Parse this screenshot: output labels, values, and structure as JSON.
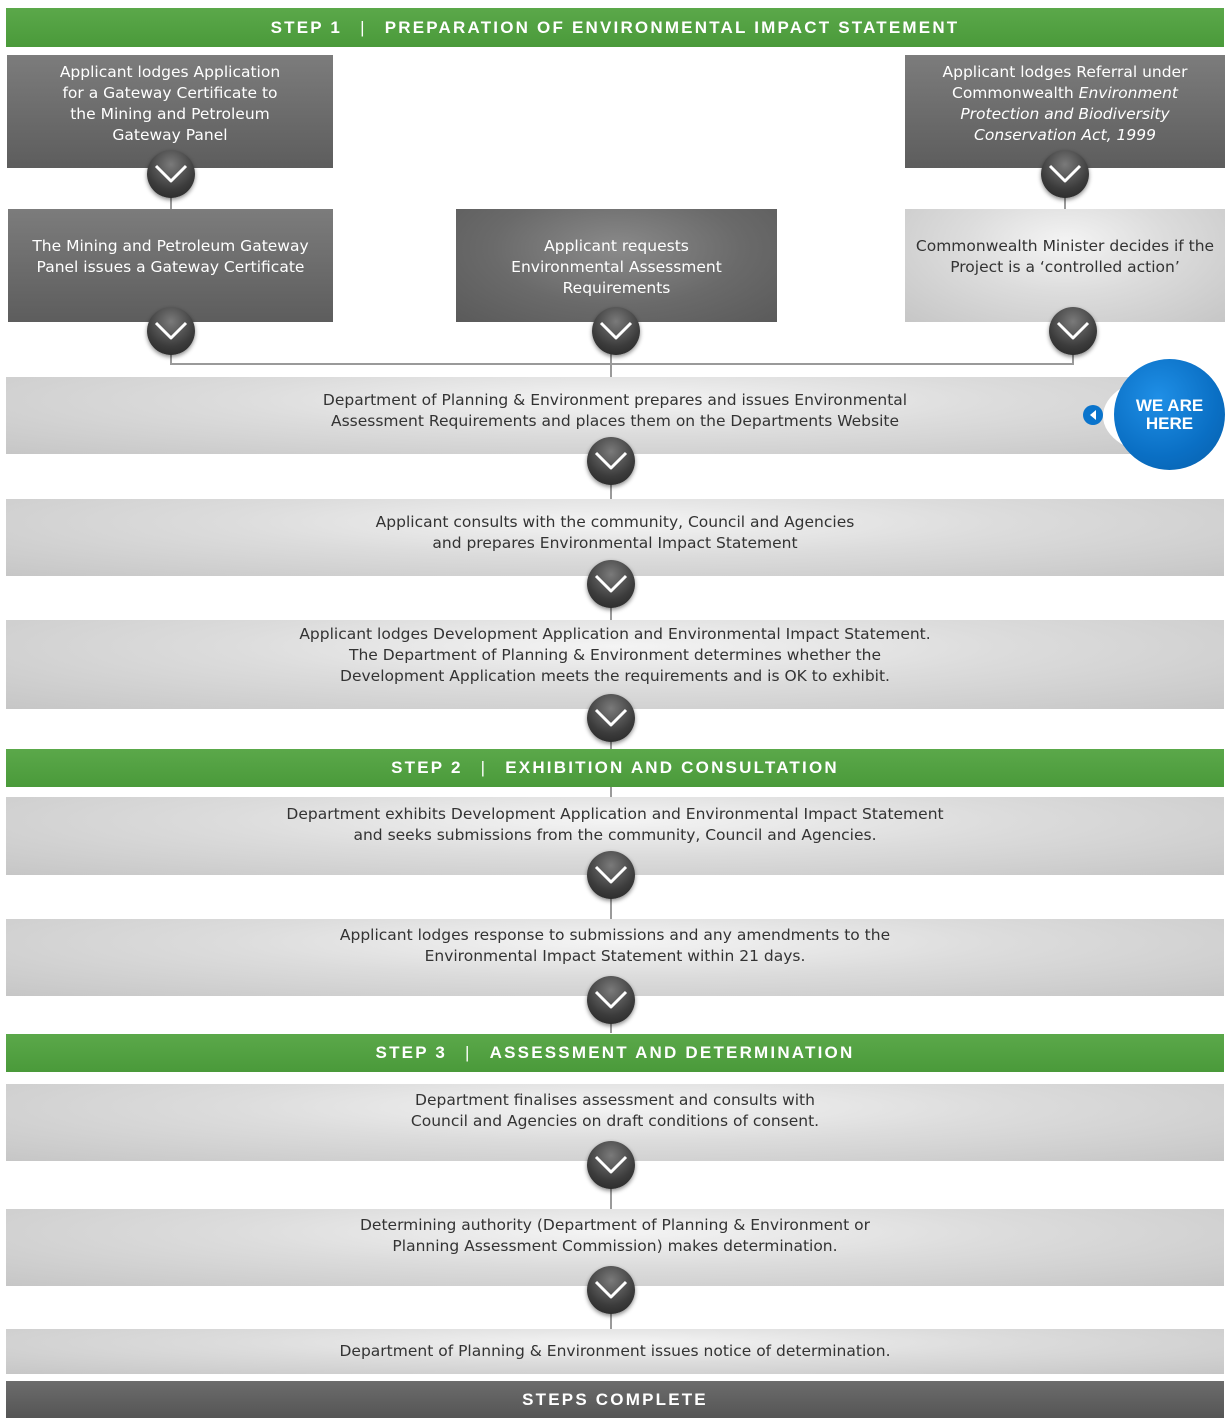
{
  "step1": {
    "label": "STEP 1",
    "separator": "|",
    "title": "PREPARATION OF ENVIRONMENTAL IMPACT STATEMENT"
  },
  "step2": {
    "label": "STEP 2",
    "separator": "|",
    "title": "EXHIBITION AND CONSULTATION"
  },
  "step3": {
    "label": "STEP 3",
    "separator": "|",
    "title": "ASSESSMENT AND DETERMINATION"
  },
  "complete": {
    "label": "STEPS COMPLETE"
  },
  "badge": {
    "line1": "WE ARE",
    "line2": "HERE"
  },
  "boxes": {
    "gateway_application": [
      "Applicant lodges Application",
      "for a Gateway Certificate to",
      "the Mining and Petroleum",
      "Gateway Panel"
    ],
    "referral": {
      "line1": "Applicant lodges Referral under",
      "line2_prefix": "Commonwealth ",
      "line2_italic": "Environment",
      "line3_italic": "Protection and Biodiversity",
      "line4_italic": "Conservation Act, 1999"
    },
    "gateway_certificate": [
      "The Mining and Petroleum Gateway",
      "Panel issues a Gateway Certificate"
    ],
    "request_ear": [
      "Applicant requests",
      "Environmental Assessment",
      "Requirements"
    ],
    "minister": [
      "Commonwealth Minister decides if the",
      "Project is a ‘controlled action’"
    ],
    "issue_ear": [
      "Department of Planning & Environment  prepares and issues Environmental",
      "Assessment Requirements and places them on the Departments Website"
    ],
    "consult": [
      "Applicant consults with the community, Council and Agencies",
      "and prepares Environmental Impact Statement"
    ],
    "lodge_da": [
      "Applicant lodges Development Application and Environmental Impact Statement.",
      "The Department of Planning & Environment determines whether the",
      "Development Application meets the requirements and is OK to exhibit."
    ],
    "exhibit": [
      "Department exhibits Development Application and Environmental Impact Statement",
      "and seeks submissions from the community, Council and Agencies."
    ],
    "response": [
      "Applicant lodges response to submissions and any amendments to the",
      "Environmental Impact Statement within 21 days."
    ],
    "finalise": [
      "Department finalises assessment and consults with",
      "Council and Agencies on draft conditions of consent."
    ],
    "determination": [
      "Determining authority (Department of Planning & Environment or",
      "Planning Assessment Commission) makes determination."
    ],
    "notice": [
      "Department of Planning &  Environment issues notice of determination."
    ]
  },
  "colors": {
    "green": "#4a9a3a",
    "dark_box": "#666666",
    "light_box": "#d8d8d8",
    "badge_blue": "#0a6fc4",
    "complete_bar": "#5f5f5f"
  },
  "icons": {
    "arrow": "chevron-down-icon",
    "pointer": "triangle-left-icon"
  }
}
